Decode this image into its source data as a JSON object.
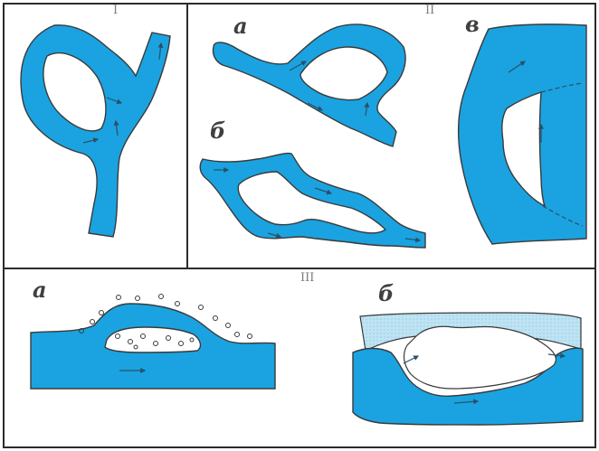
{
  "sections": {
    "one": {
      "label": "I"
    },
    "two": {
      "label": "II",
      "a": "а",
      "b": "б",
      "v": "в"
    },
    "three": {
      "label": "III",
      "a": "а",
      "b": "б"
    }
  },
  "colors": {
    "water": "#1aa3e0",
    "water_edge": "#3a3a3a",
    "shoal": "#bfe3f2",
    "border": "#2b2b2b",
    "divider": "#8a8a8a"
  }
}
